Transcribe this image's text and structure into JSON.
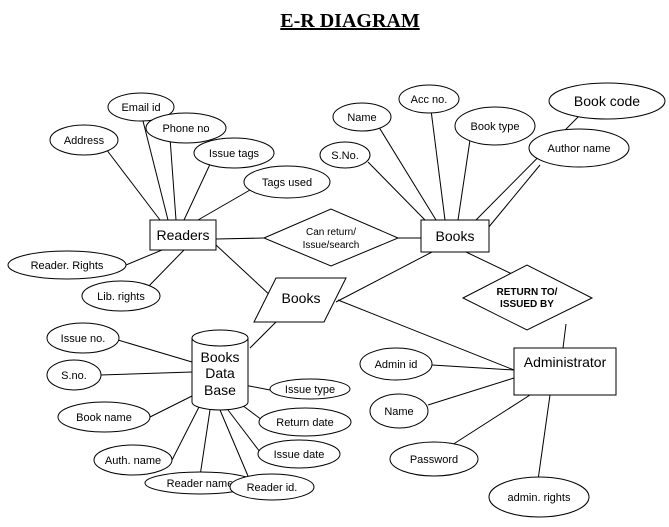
{
  "title": "E-R DIAGRAM",
  "entities": {
    "readers": "Readers",
    "books": "Books",
    "administrator": "Administrator"
  },
  "relationships": {
    "can_return": [
      "Can return/",
      "Issue/search"
    ],
    "return_to": [
      "RETURN TO/",
      "ISSUED BY"
    ]
  },
  "io_shape": {
    "books": "Books"
  },
  "database": {
    "lines": [
      "Books",
      "Data",
      "Base"
    ]
  },
  "attributes": {
    "readers": [
      "Address",
      "Email id",
      "Phone no",
      "Issue tags",
      "Tags used",
      "Reader. Rights",
      "Lib. rights"
    ],
    "books": [
      "Name",
      "Acc no.",
      "Book type",
      "Book code",
      "S.No.",
      "Author name"
    ],
    "admin": [
      "Admin id",
      "Name",
      "Password",
      "admin. rights"
    ],
    "database": [
      "Issue no.",
      "S.no.",
      "Book name",
      "Auth. name",
      "Reader name",
      "Reader id.",
      "Issue date",
      "Return date",
      "Issue type"
    ]
  }
}
